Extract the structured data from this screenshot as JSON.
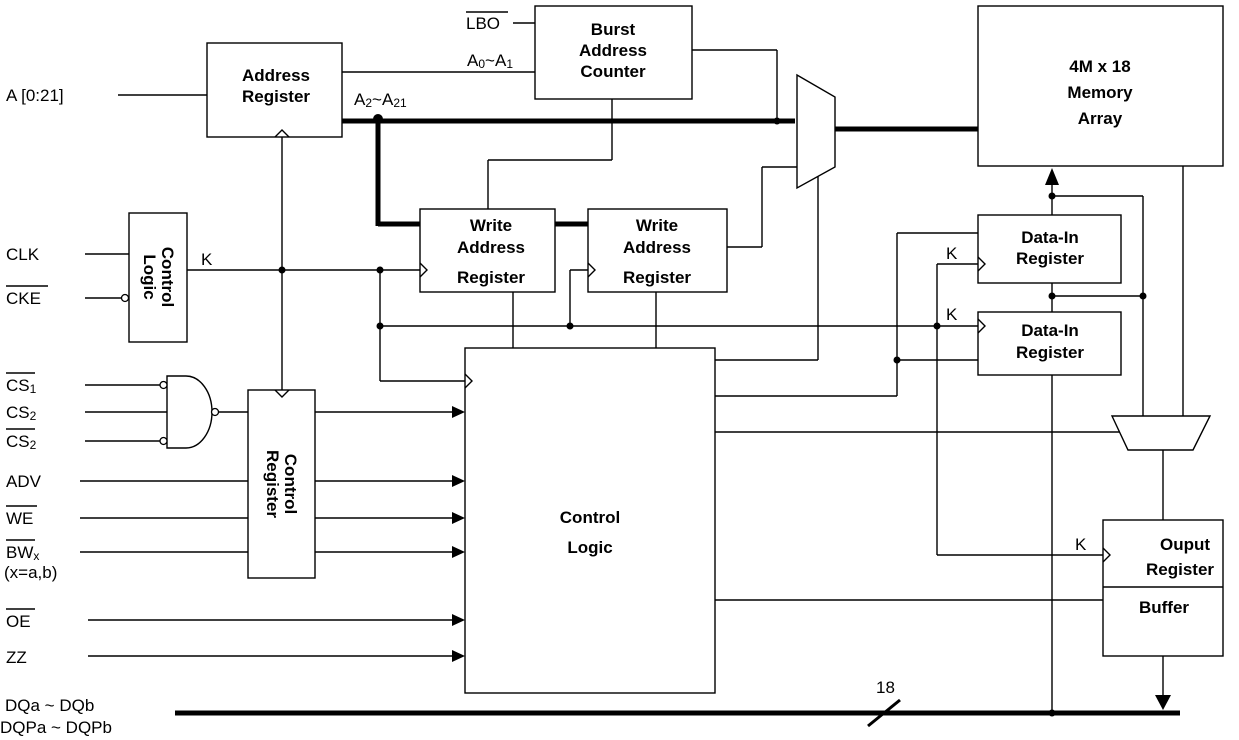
{
  "inputs": {
    "address": "A [0:21]",
    "clk": "CLK",
    "cke": "CKE",
    "cs1": "CS",
    "cs1_sub": "1",
    "cs2": "CS",
    "cs2_sub": "2",
    "cs2b": "CS",
    "cs2b_sub": "2",
    "adv": "ADV",
    "we": "WE",
    "bw": "BW",
    "bw_sub": "x",
    "bw_note": "(x=a,b)",
    "oe": "OE",
    "zz": "ZZ",
    "lbo": "LBO",
    "dq1": "DQa ~ DQb",
    "dq2": "DQPa ~ DQPb"
  },
  "blocks": {
    "address_register": [
      "Address",
      "Register"
    ],
    "burst_counter": [
      "Burst",
      "Address",
      "Counter"
    ],
    "memory_array": [
      "4M x 18",
      "Memory",
      "Array"
    ],
    "control_logic_small": [
      "Control",
      "Logic"
    ],
    "write_addr_reg_1": [
      "Write",
      "Address",
      "Register"
    ],
    "write_addr_reg_2": [
      "Write",
      "Address",
      "Register"
    ],
    "data_in_reg_1": [
      "Data-In",
      "Register"
    ],
    "data_in_reg_2": [
      "Data-In",
      "Register"
    ],
    "control_register": [
      "Control",
      "Register"
    ],
    "control_logic_main": [
      "Control",
      "Logic"
    ],
    "output_register": [
      "Ouput",
      "Register"
    ],
    "buffer": "Buffer"
  },
  "signals": {
    "a0_a1": "A",
    "a0_sub": "0",
    "a0_tilde": "~A",
    "a1_sub": "1",
    "a2_a21": "A",
    "a2_sub": "2",
    "a2_tilde": "~A",
    "a21_sub": "21",
    "clock_k": "K",
    "k_data_in_1": "K",
    "k_data_in_2": "K",
    "k_output": "K",
    "bus_width": "18"
  }
}
